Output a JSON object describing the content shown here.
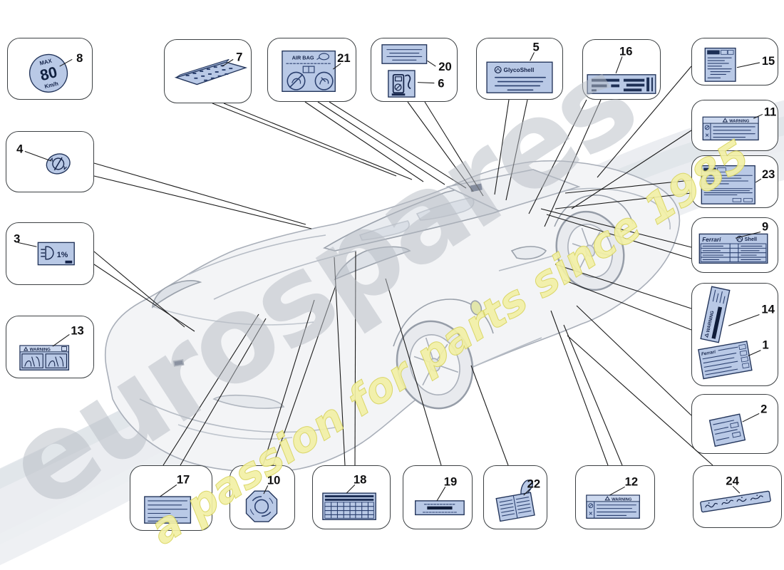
{
  "callouts": {
    "c1": "1",
    "c2": "2",
    "c3": "3",
    "c4": "4",
    "c5": "5",
    "c6": "6",
    "c7": "7",
    "c8": "8",
    "c9": "9",
    "c10": "10",
    "c11": "11",
    "c12": "12",
    "c13": "13",
    "c14": "14",
    "c15": "15",
    "c16": "16",
    "c17": "17",
    "c18": "18",
    "c19": "19",
    "c20": "20",
    "c21": "21",
    "c22": "22",
    "c23": "23",
    "c24": "24"
  },
  "texts": {
    "warning": "WARNING",
    "air_bag": "AIR BAG",
    "glycoshell": "GlycoShell",
    "ferrari": "Ferrari",
    "shell": "Shell",
    "max": "MAX",
    "max_speed": "80",
    "kmh": "Km/h",
    "beam_value": "1%"
  },
  "watermark": {
    "brand": "eurospares",
    "tagline": "a passion for parts since 1985"
  },
  "icons": {
    "labels": [
      "max-speed-badge",
      "adhesive-plate",
      "airbag-warning-label",
      "document-label",
      "fuel-pump-icon",
      "glycoshell-coolant-label",
      "strip-code-label",
      "spec-text-label",
      "warning-label",
      "emission-text-label",
      "ferrari-shell-service-label",
      "vertical-warning-strip",
      "tyre-pressure-label",
      "tilted-data-label",
      "arabic-script-strip",
      "hang-tag-label",
      "vin-strip-label",
      "maintenance-grid-label",
      "lines-text-label",
      "fuel-cap-octagon-badge",
      "visor-warning-pictogram-label",
      "headlamp-aim-label",
      "round-prohibition-badge"
    ]
  },
  "colors": {
    "label_fill": "#b9c9e6",
    "label_stroke": "#22345a",
    "label_line": "#2a3f6e",
    "box_border": "#3c4043",
    "leader_line": "#1b1b1b",
    "watermark_gray": "#b7bcc4",
    "watermark_yellow": "#f2f0a6",
    "car_fill": "#f3f4f6",
    "car_stroke": "#a9afb9"
  }
}
